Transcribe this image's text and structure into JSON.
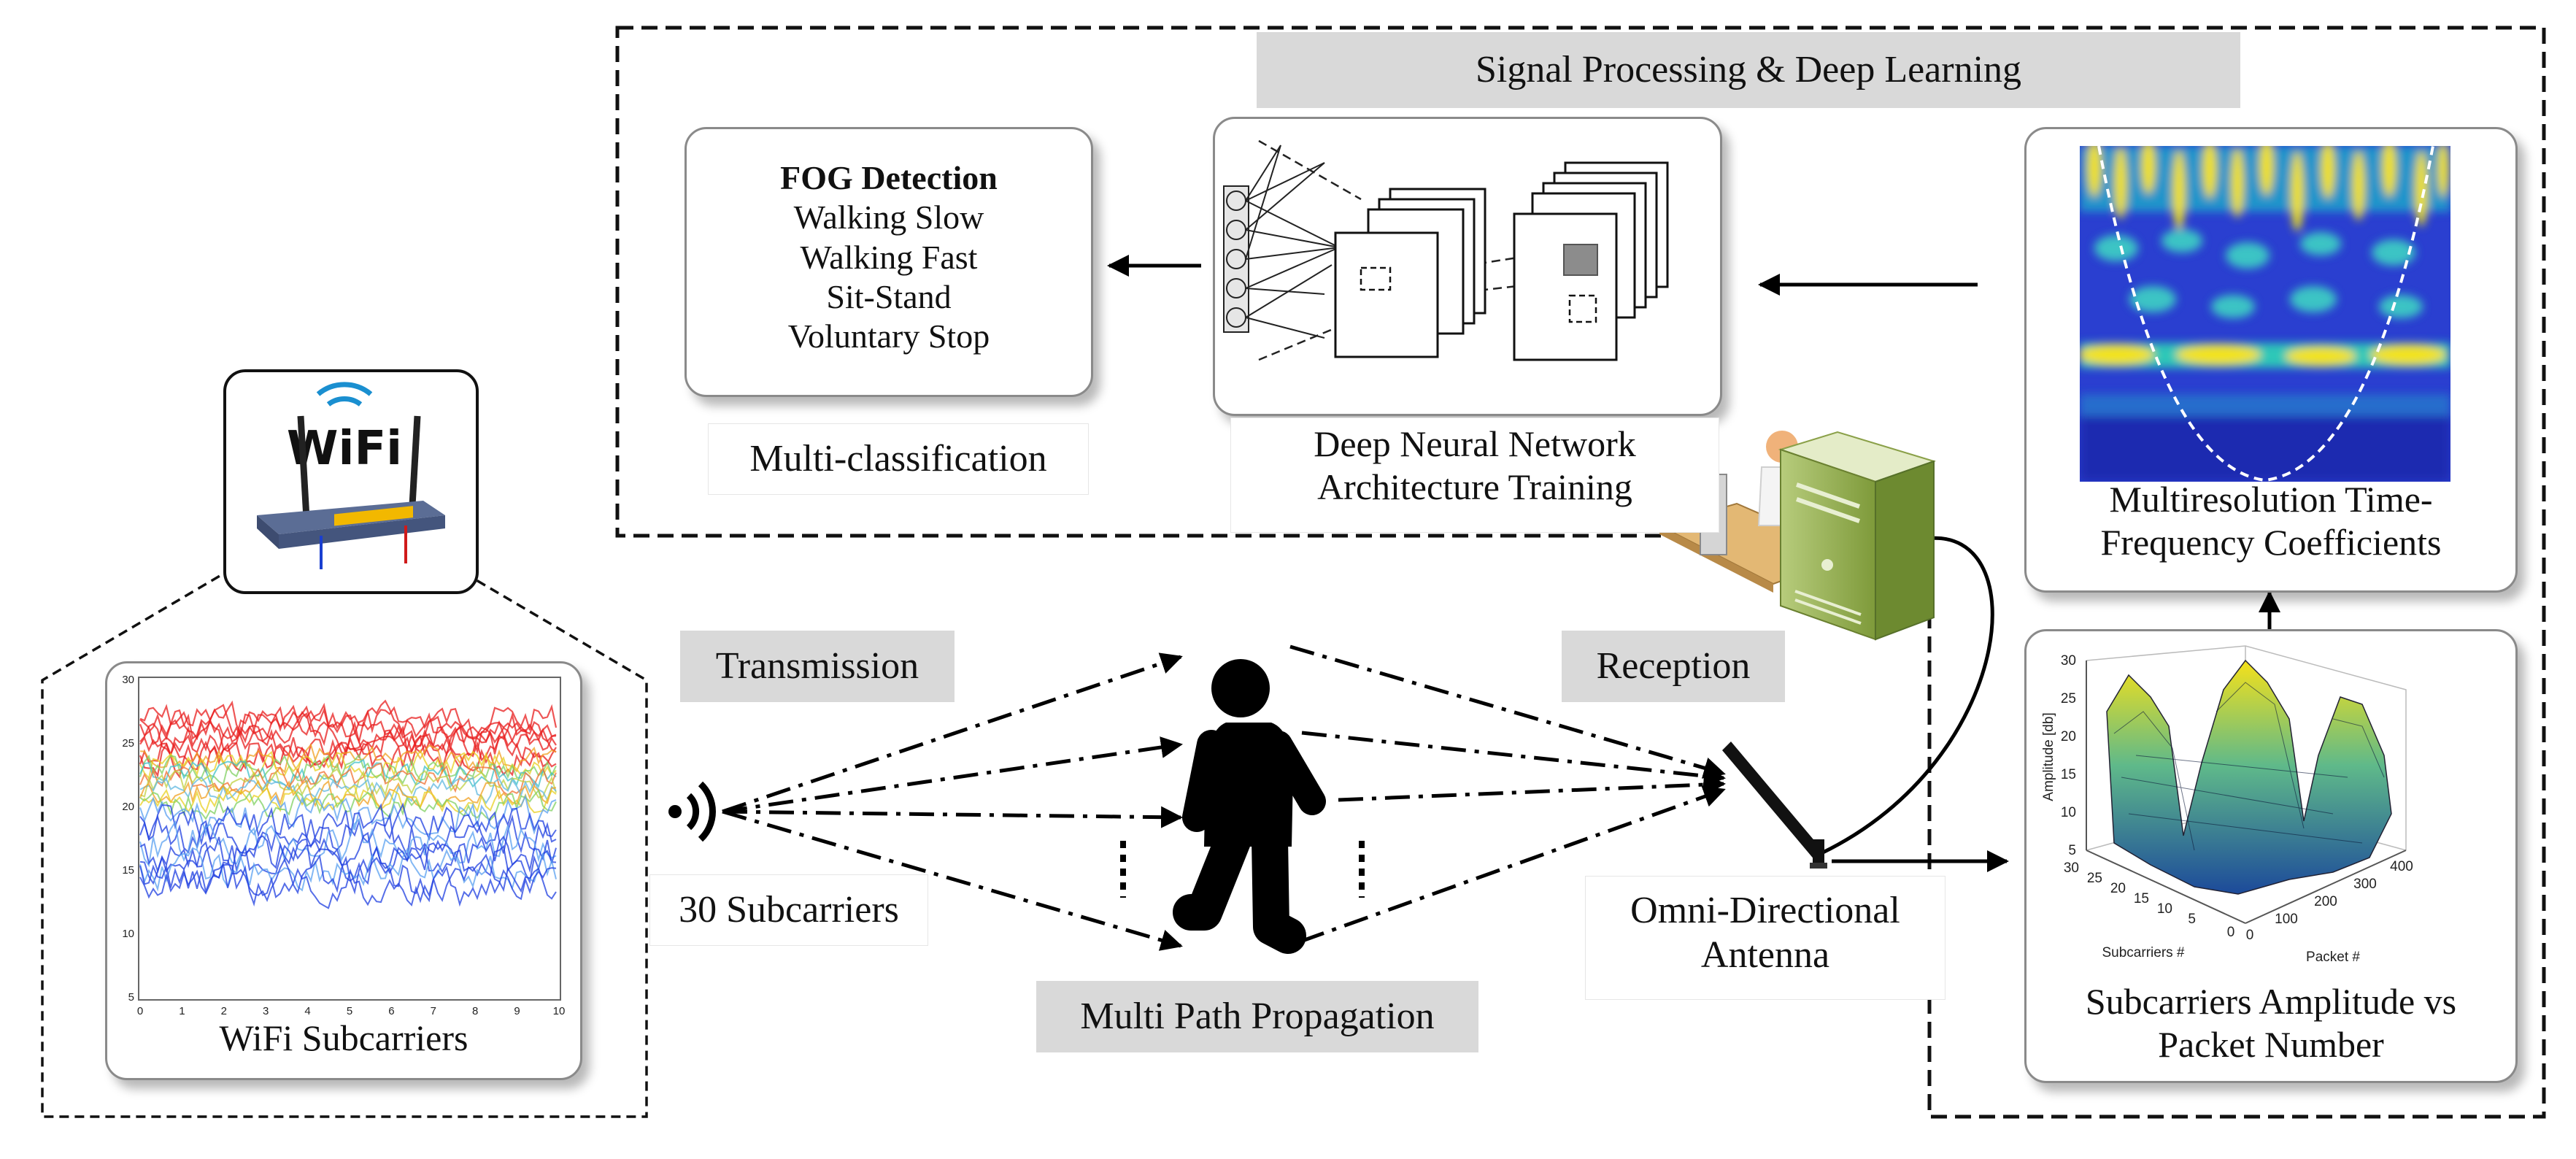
{
  "title": "Signal Processing & Deep Learning",
  "classes": {
    "heading": "FOG Detection",
    "items": [
      "Walking Slow",
      "Walking Fast",
      "Sit-Stand",
      "Voluntary Stop"
    ]
  },
  "labels": {
    "multi_classification": "Multi-classification",
    "dnn_line1": "Deep Neural Network",
    "dnn_line2": "Architecture Training",
    "multires_line1": "Multiresolution Time-",
    "multires_line2": "Frequency Coefficients",
    "transmission": "Transmission",
    "reception": "Reception",
    "subcarriers_30": "30 Subcarriers",
    "multipath": "Multi Path Propagation",
    "antenna_line1": "Omni-Directional",
    "antenna_line2": "Antenna",
    "wifi_subcarriers": "WiFi Subcarriers",
    "amp_line1": "Subcarriers Amplitude vs",
    "amp_line2": "Packet Number"
  },
  "router": {
    "logo_text": "WiFi"
  },
  "wifi_plot": {
    "y_ticks": [
      "30",
      "25",
      "20",
      "15",
      "10",
      "5"
    ],
    "x_ticks": [
      "0",
      "1",
      "2",
      "3",
      "4",
      "5",
      "6",
      "7",
      "8",
      "9",
      "10"
    ]
  },
  "surface_plot": {
    "z_label": "Amplitude [db]",
    "x_label": "Packet #",
    "y_label": "Subcarriers #",
    "z_ticks": [
      "30",
      "25",
      "20",
      "15",
      "10",
      "5"
    ],
    "y_ticks": [
      "30",
      "25",
      "20",
      "15",
      "10",
      "5",
      "0"
    ],
    "x_ticks": [
      "0",
      "100",
      "200",
      "300",
      "400"
    ]
  },
  "colors": {
    "heat_blue": "#1b3cc8",
    "heat_yellow": "#f2e21b",
    "label_grey": "#d9d9d9",
    "dashed_border": "#111111"
  }
}
